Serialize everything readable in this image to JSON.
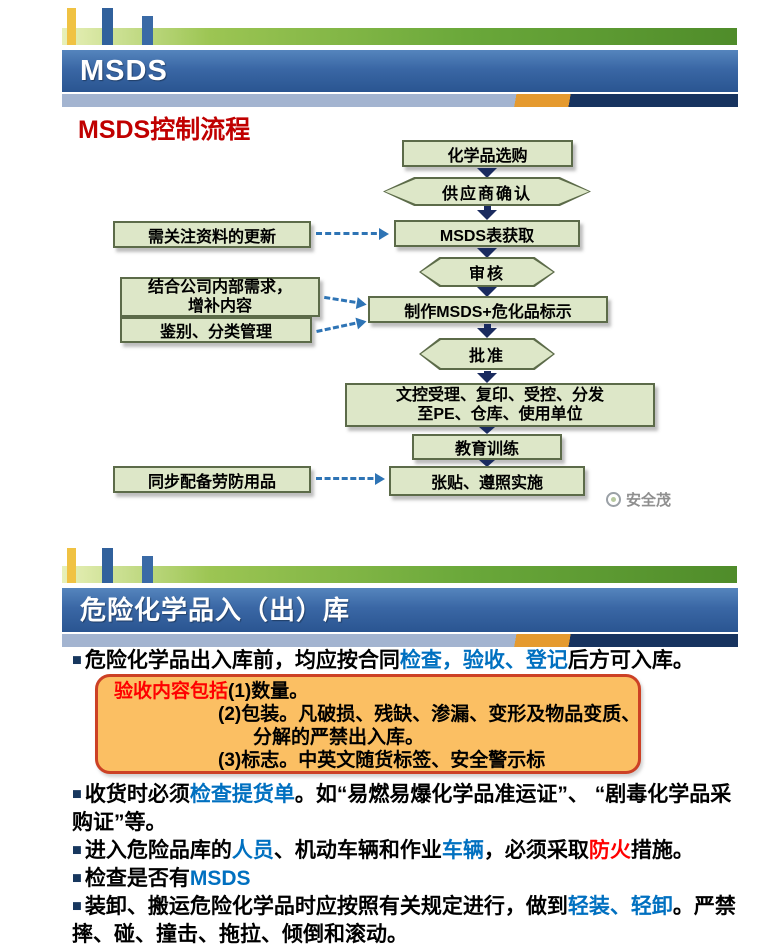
{
  "palette": {
    "header_blue": "#3a67a5",
    "green_bar": "#6aa83a",
    "yellow_bar": "#f0c243",
    "flow_node_fill": "#dde7c8",
    "flow_node_border": "#5c6b49",
    "arrow_navy": "#1a2b5f",
    "dashed_arrow_blue": "#2e74b5",
    "note_box_fill": "#fbbf63",
    "note_box_border": "#cc4125",
    "accent_blue_text": "#0070c0",
    "accent_red_text": "#ff0000",
    "section_title_red": "#c00000"
  },
  "slide1": {
    "title": "MSDS",
    "section_title": "MSDS控制流程",
    "flow": {
      "n1": "化学品选购",
      "n2": "供应商确认",
      "n3": "MSDS表获取",
      "n4": "审核",
      "n5": "制作MSDS+危化品标示",
      "n6": "批准",
      "n7a": "文控受理、复印、受控、分发",
      "n7b": "至PE、仓库、使用单位",
      "n8": "教育训练",
      "n9": "张贴、遵照实施",
      "s1": "需关注资料的更新",
      "s2a": "结合公司内部需求，",
      "s2b": "增补内容",
      "s3": "鉴别、分类管理",
      "s4": "同步配备劳防用品"
    },
    "watermark": "安全茂"
  },
  "slide2": {
    "title": "危险化学品入（出）库",
    "bullets": [
      [
        {
          "t": "■",
          "c": "marker"
        },
        {
          "t": "危险化学品出入库前，均应按合同",
          "c": ""
        },
        {
          "t": "检查，验收、登记",
          "c": "blue"
        },
        {
          "t": "后方可入库。",
          "c": ""
        }
      ],
      [
        {
          "t": "■",
          "c": "marker"
        },
        {
          "t": "收货时必须",
          "c": ""
        },
        {
          "t": "检查提货单",
          "c": "blue"
        },
        {
          "t": "。如“易燃易爆化学品准运证”、 “剧毒化学品采购证”等。",
          "c": ""
        }
      ],
      [
        {
          "t": "■",
          "c": "marker"
        },
        {
          "t": "进入危险品库的",
          "c": ""
        },
        {
          "t": "人员",
          "c": "blue"
        },
        {
          "t": "、机动车辆和作业",
          "c": ""
        },
        {
          "t": "车辆",
          "c": "blue"
        },
        {
          "t": "，必须采取",
          "c": ""
        },
        {
          "t": "防火",
          "c": "red"
        },
        {
          "t": "措施。",
          "c": ""
        }
      ],
      [
        {
          "t": "■",
          "c": "marker"
        },
        {
          "t": "检查是否有",
          "c": ""
        },
        {
          "t": "MSDS",
          "c": "blue"
        }
      ],
      [
        {
          "t": "■",
          "c": "marker"
        },
        {
          "t": "装卸、搬运危险化学品时应按照有关规定进行，做到",
          "c": ""
        },
        {
          "t": "轻装、轻卸",
          "c": "blue"
        },
        {
          "t": "。严禁摔、碰、撞击、拖拉、倾倒和滚动。",
          "c": ""
        }
      ]
    ],
    "box_lines": [
      [
        {
          "t": "验收内容包括",
          "c": "red"
        },
        {
          "t": "(1)数量。",
          "c": ""
        }
      ],
      [
        {
          "t": "(2)包装。凡破损、残缺、渗漏、变形及物品变质、",
          "c": ""
        }
      ],
      [
        {
          "t": "分解的严禁出入库。",
          "c": ""
        }
      ],
      [
        {
          "t": "(3)标志。中英文随货标签、安全警示标",
          "c": ""
        }
      ]
    ]
  }
}
